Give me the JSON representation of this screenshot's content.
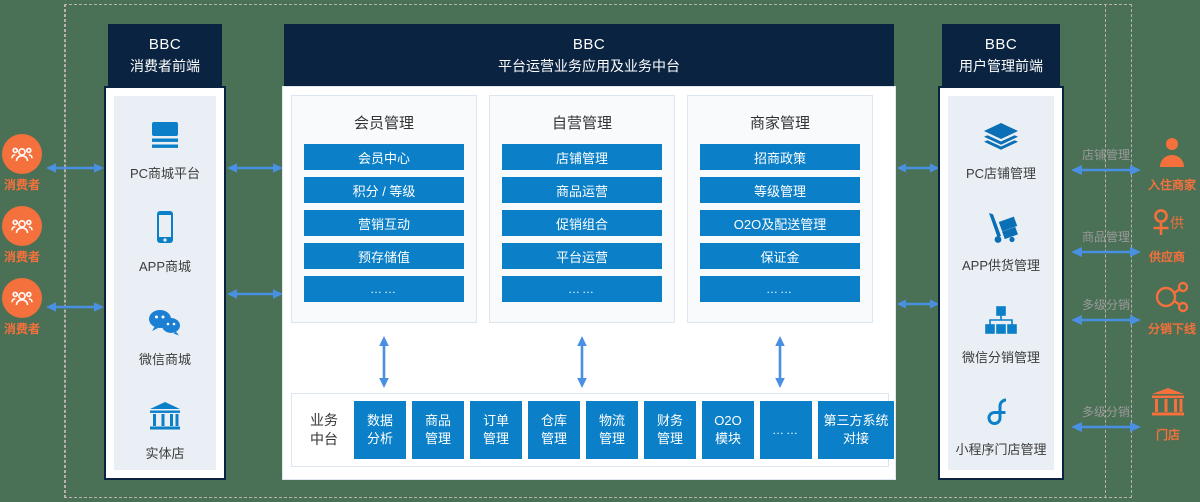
{
  "left_channel": {
    "header_line1": "BBC",
    "header_line2": "消费者前端",
    "items": [
      {
        "icon": "pc-monitor-icon",
        "label": "PC商城平台"
      },
      {
        "icon": "mobile-phone-icon",
        "label": "APP商城"
      },
      {
        "icon": "wechat-icon",
        "label": "微信商城"
      },
      {
        "icon": "storefront-icon",
        "label": "实体店"
      }
    ]
  },
  "left_actors": [
    {
      "icon": "users-group-icon",
      "label": "消费者"
    },
    {
      "icon": "users-group-icon",
      "label": "消费者"
    },
    {
      "icon": "users-group-icon",
      "label": "消费者"
    }
  ],
  "center": {
    "header_line1": "BBC",
    "header_line2": "平台运营业务应用及业务中台",
    "columns": [
      {
        "title": "会员管理",
        "items": [
          "会员中心",
          "积分 / 等级",
          "营销互动",
          "预存储值",
          "……"
        ]
      },
      {
        "title": "自营管理",
        "items": [
          "店铺管理",
          "商品运营",
          "促销组合",
          "平台运营",
          "……"
        ]
      },
      {
        "title": "商家管理",
        "items": [
          "招商政策",
          "等级管理",
          "O2O及配送管理",
          "保证金",
          "……"
        ]
      }
    ],
    "mid_platform": {
      "label_line1": "业务",
      "label_line2": "中台",
      "cells": [
        {
          "line1": "数据",
          "line2": "分析"
        },
        {
          "line1": "商品",
          "line2": "管理"
        },
        {
          "line1": "订单",
          "line2": "管理"
        },
        {
          "line1": "仓库",
          "line2": "管理"
        },
        {
          "line1": "物流",
          "line2": "管理"
        },
        {
          "line1": "财务",
          "line2": "管理"
        },
        {
          "line1": "O2O",
          "line2": "模块"
        },
        {
          "line1": "……",
          "line2": ""
        },
        {
          "line1": "第三方系统",
          "line2": "对接"
        }
      ]
    }
  },
  "right_channel": {
    "header_line1": "BBC",
    "header_line2": "用户管理前端",
    "items": [
      {
        "icon": "layers-icon",
        "label": "PC店铺管理"
      },
      {
        "icon": "hand-truck-icon",
        "label": "APP供货管理"
      },
      {
        "icon": "org-tree-icon",
        "label": "微信分销管理"
      },
      {
        "icon": "mini-program-icon",
        "label": "小程序门店管理"
      }
    ]
  },
  "right_actors": [
    {
      "icon": "merchant-person-icon",
      "label": "入住商家",
      "relation": "店铺管理"
    },
    {
      "icon": "supplier-icon",
      "label": "供应商",
      "relation": "商品管理"
    },
    {
      "icon": "distribution-node-icon",
      "label": "分销下线",
      "relation": "多级分销"
    },
    {
      "icon": "store-gate-icon",
      "label": "门店",
      "relation": "多级分销"
    }
  ],
  "colors": {
    "navy": "#0a2340",
    "blue": "#0b80c8",
    "arrow_blue": "#4a90e2",
    "orange": "#f4703c",
    "panel_bg": "#eaeff5"
  }
}
